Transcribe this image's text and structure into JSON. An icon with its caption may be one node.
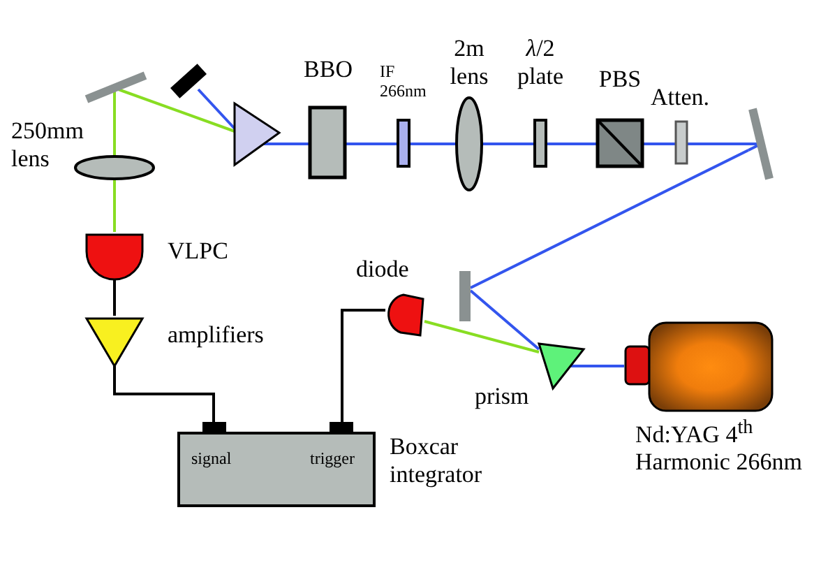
{
  "diagram": {
    "nodes": [
      {
        "text": [
          "Nd:YAG 4$^{th}$ Harmonic 266nm"
        ]
      },
      {
        "text": [
          "prism"
        ]
      },
      {
        "text": [],
        "shape": "bar"
      },
      {
        "text": [
          "diode"
        ]
      },
      {
        "text": [],
        "shape": "bar"
      },
      {
        "text": [
          "Atten."
        ]
      },
      {
        "text": [
          "PBS"
        ]
      },
      {
        "text": [
          "*λ*/2 plate"
        ]
      },
      {
        "text": [
          "2m lens"
        ]
      },
      {
        "text": [
          "IF 266nm"
        ]
      },
      {
        "text": [
          "BBO"
        ]
      },
      {
        "text": [],
        "shape": "triangle"
      },
      {
        "text": [],
        "shape": "box"
      },
      {
        "text": [],
        "shape": "bar"
      },
      {
        "text": [
          "250mm lens"
        ]
      },
      {
        "text": [
          "VLPC"
        ]
      },
      {
        "text": [
          "amplifiers"
        ]
      },
      {
        "text": [
          "signal",
          "trigger",
          "Boxcar integrator"
        ]
      }
    ],
    "edges": [
      {
        "from": 0,
        "to": 1,
        "arrow": "none"
      },
      {
        "from": 1,
        "to": 2,
        "arrow": "none"
      },
      {
        "from": 1,
        "to": 3,
        "arrow": "none",
        "color": "#88dd22"
      },
      {
        "from": 2,
        "to": 4,
        "arrow": "none"
      },
      {
        "from": 4,
        "to": 5,
        "arrow": "none"
      },
      {
        "from": 5,
        "to": 6,
        "arrow": "none"
      },
      {
        "from": 6,
        "to": 7,
        "arrow": "none"
      },
      {
        "from": 7,
        "to": 8,
        "arrow": "none"
      },
      {
        "from": 8,
        "to": 9,
        "arrow": "none"
      },
      {
        "from": 9,
        "to": 10,
        "arrow": "none"
      },
      {
        "from": 10,
        "to": 11,
        "arrow": "none"
      },
      {
        "from": 11,
        "to": 12,
        "arrow": "none"
      },
      {
        "from": 11,
        "to": 13,
        "arrow": "none",
        "color": "#88dd22"
      },
      {
        "from": 13,
        "to": 14,
        "arrow": "none",
        "color": "#88dd22"
      },
      {
        "from": 14,
        "to": 15,
        "arrow": "none",
        "color": "#88dd22"
      },
      {
        "from": 15,
        "to": 16,
        "arrow": "none",
        "color": "#000000"
      },
      {
        "from": 16,
        "to": 17,
        "arrow": "none",
        "color": "#000000"
      },
      {
        "from": 3,
        "to": 17,
        "arrow": "none",
        "color": "#000000"
      }
    ]
  }
}
